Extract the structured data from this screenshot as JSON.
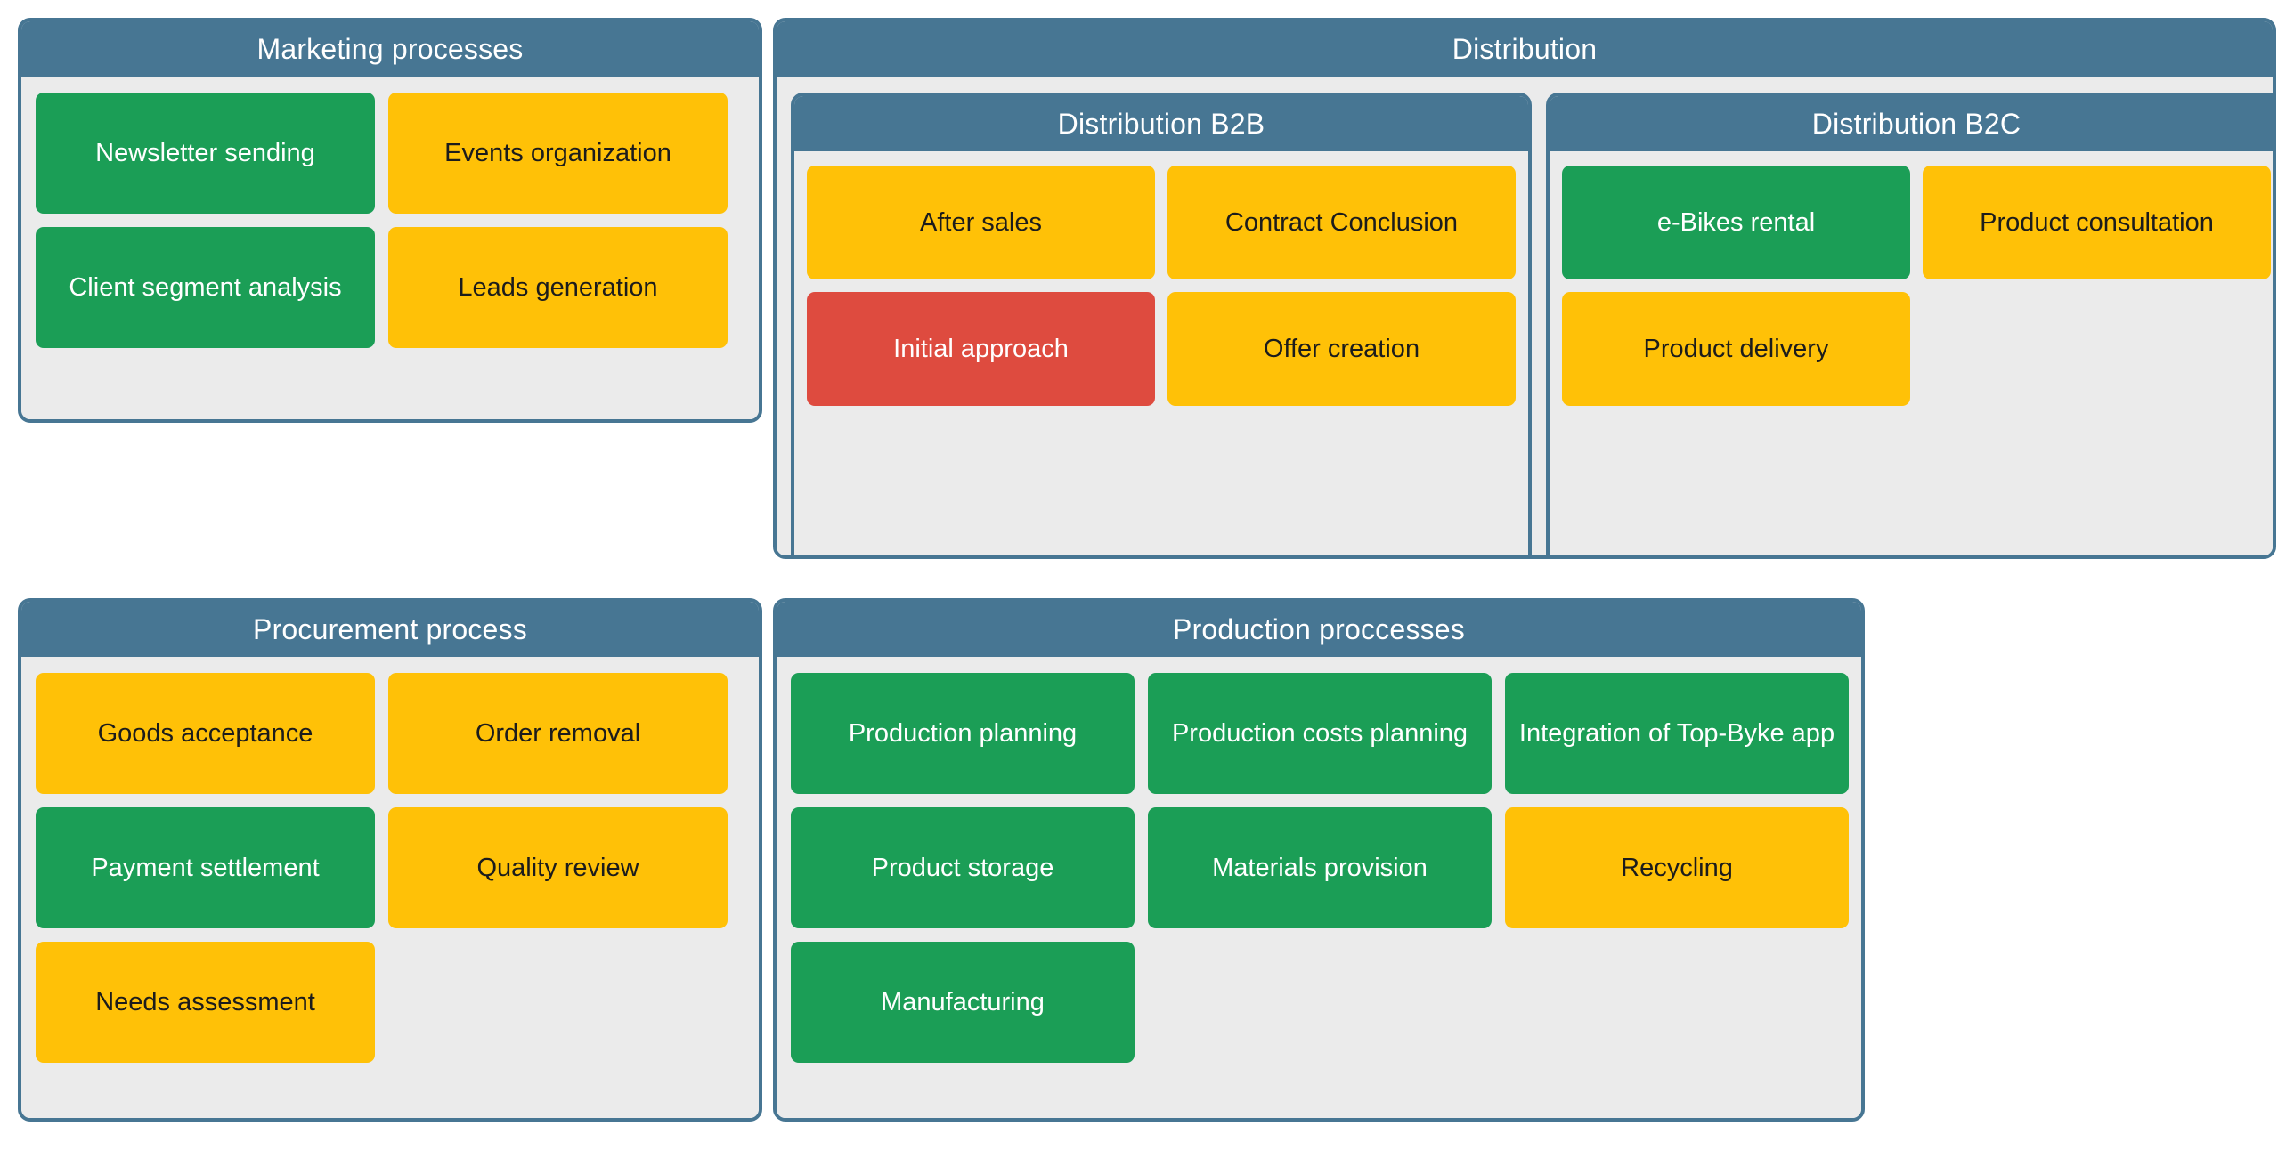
{
  "theme": {
    "header_blue": "#477693",
    "panel_body_gray": "#ebebeb",
    "card_green": "#1b9e56",
    "card_yellow": "#ffc107",
    "card_red": "#de4b3f",
    "page_background": "#ffffff"
  },
  "panels": {
    "marketing": {
      "title": "Marketing processes",
      "cards": [
        {
          "label": "Newsletter sending",
          "color": "green"
        },
        {
          "label": "Events organization",
          "color": "yellow"
        },
        {
          "label": "Client segment analysis",
          "color": "green"
        },
        {
          "label": "Leads generation",
          "color": "yellow"
        }
      ]
    },
    "distribution": {
      "title": "Distribution",
      "subpanels": {
        "b2b": {
          "title": "Distribution B2B",
          "cards": [
            {
              "label": "After sales",
              "color": "yellow"
            },
            {
              "label": "Contract Conclusion",
              "color": "yellow"
            },
            {
              "label": "Initial approach",
              "color": "red"
            },
            {
              "label": "Offer creation",
              "color": "yellow"
            }
          ]
        },
        "b2c": {
          "title": "Distribution B2C",
          "cards": [
            {
              "label": "e-Bikes rental",
              "color": "green"
            },
            {
              "label": "Product consultation",
              "color": "yellow"
            },
            {
              "label": "Product delivery",
              "color": "yellow"
            }
          ]
        }
      }
    },
    "procurement": {
      "title": "Procurement process",
      "cards": [
        {
          "label": "Goods acceptance",
          "color": "yellow"
        },
        {
          "label": "Order removal",
          "color": "yellow"
        },
        {
          "label": "Payment settlement",
          "color": "green"
        },
        {
          "label": "Quality review",
          "color": "yellow"
        },
        {
          "label": "Needs assessment",
          "color": "yellow"
        }
      ]
    },
    "production": {
      "title": "Production proccesses",
      "cards": [
        {
          "label": "Production planning",
          "color": "green"
        },
        {
          "label": "Production costs planning",
          "color": "green"
        },
        {
          "label": "Integration of Top-Byke app",
          "color": "green"
        },
        {
          "label": "Product storage",
          "color": "green"
        },
        {
          "label": "Materials provision",
          "color": "green"
        },
        {
          "label": "Recycling",
          "color": "yellow"
        },
        {
          "label": "Manufacturing",
          "color": "green"
        }
      ]
    }
  }
}
